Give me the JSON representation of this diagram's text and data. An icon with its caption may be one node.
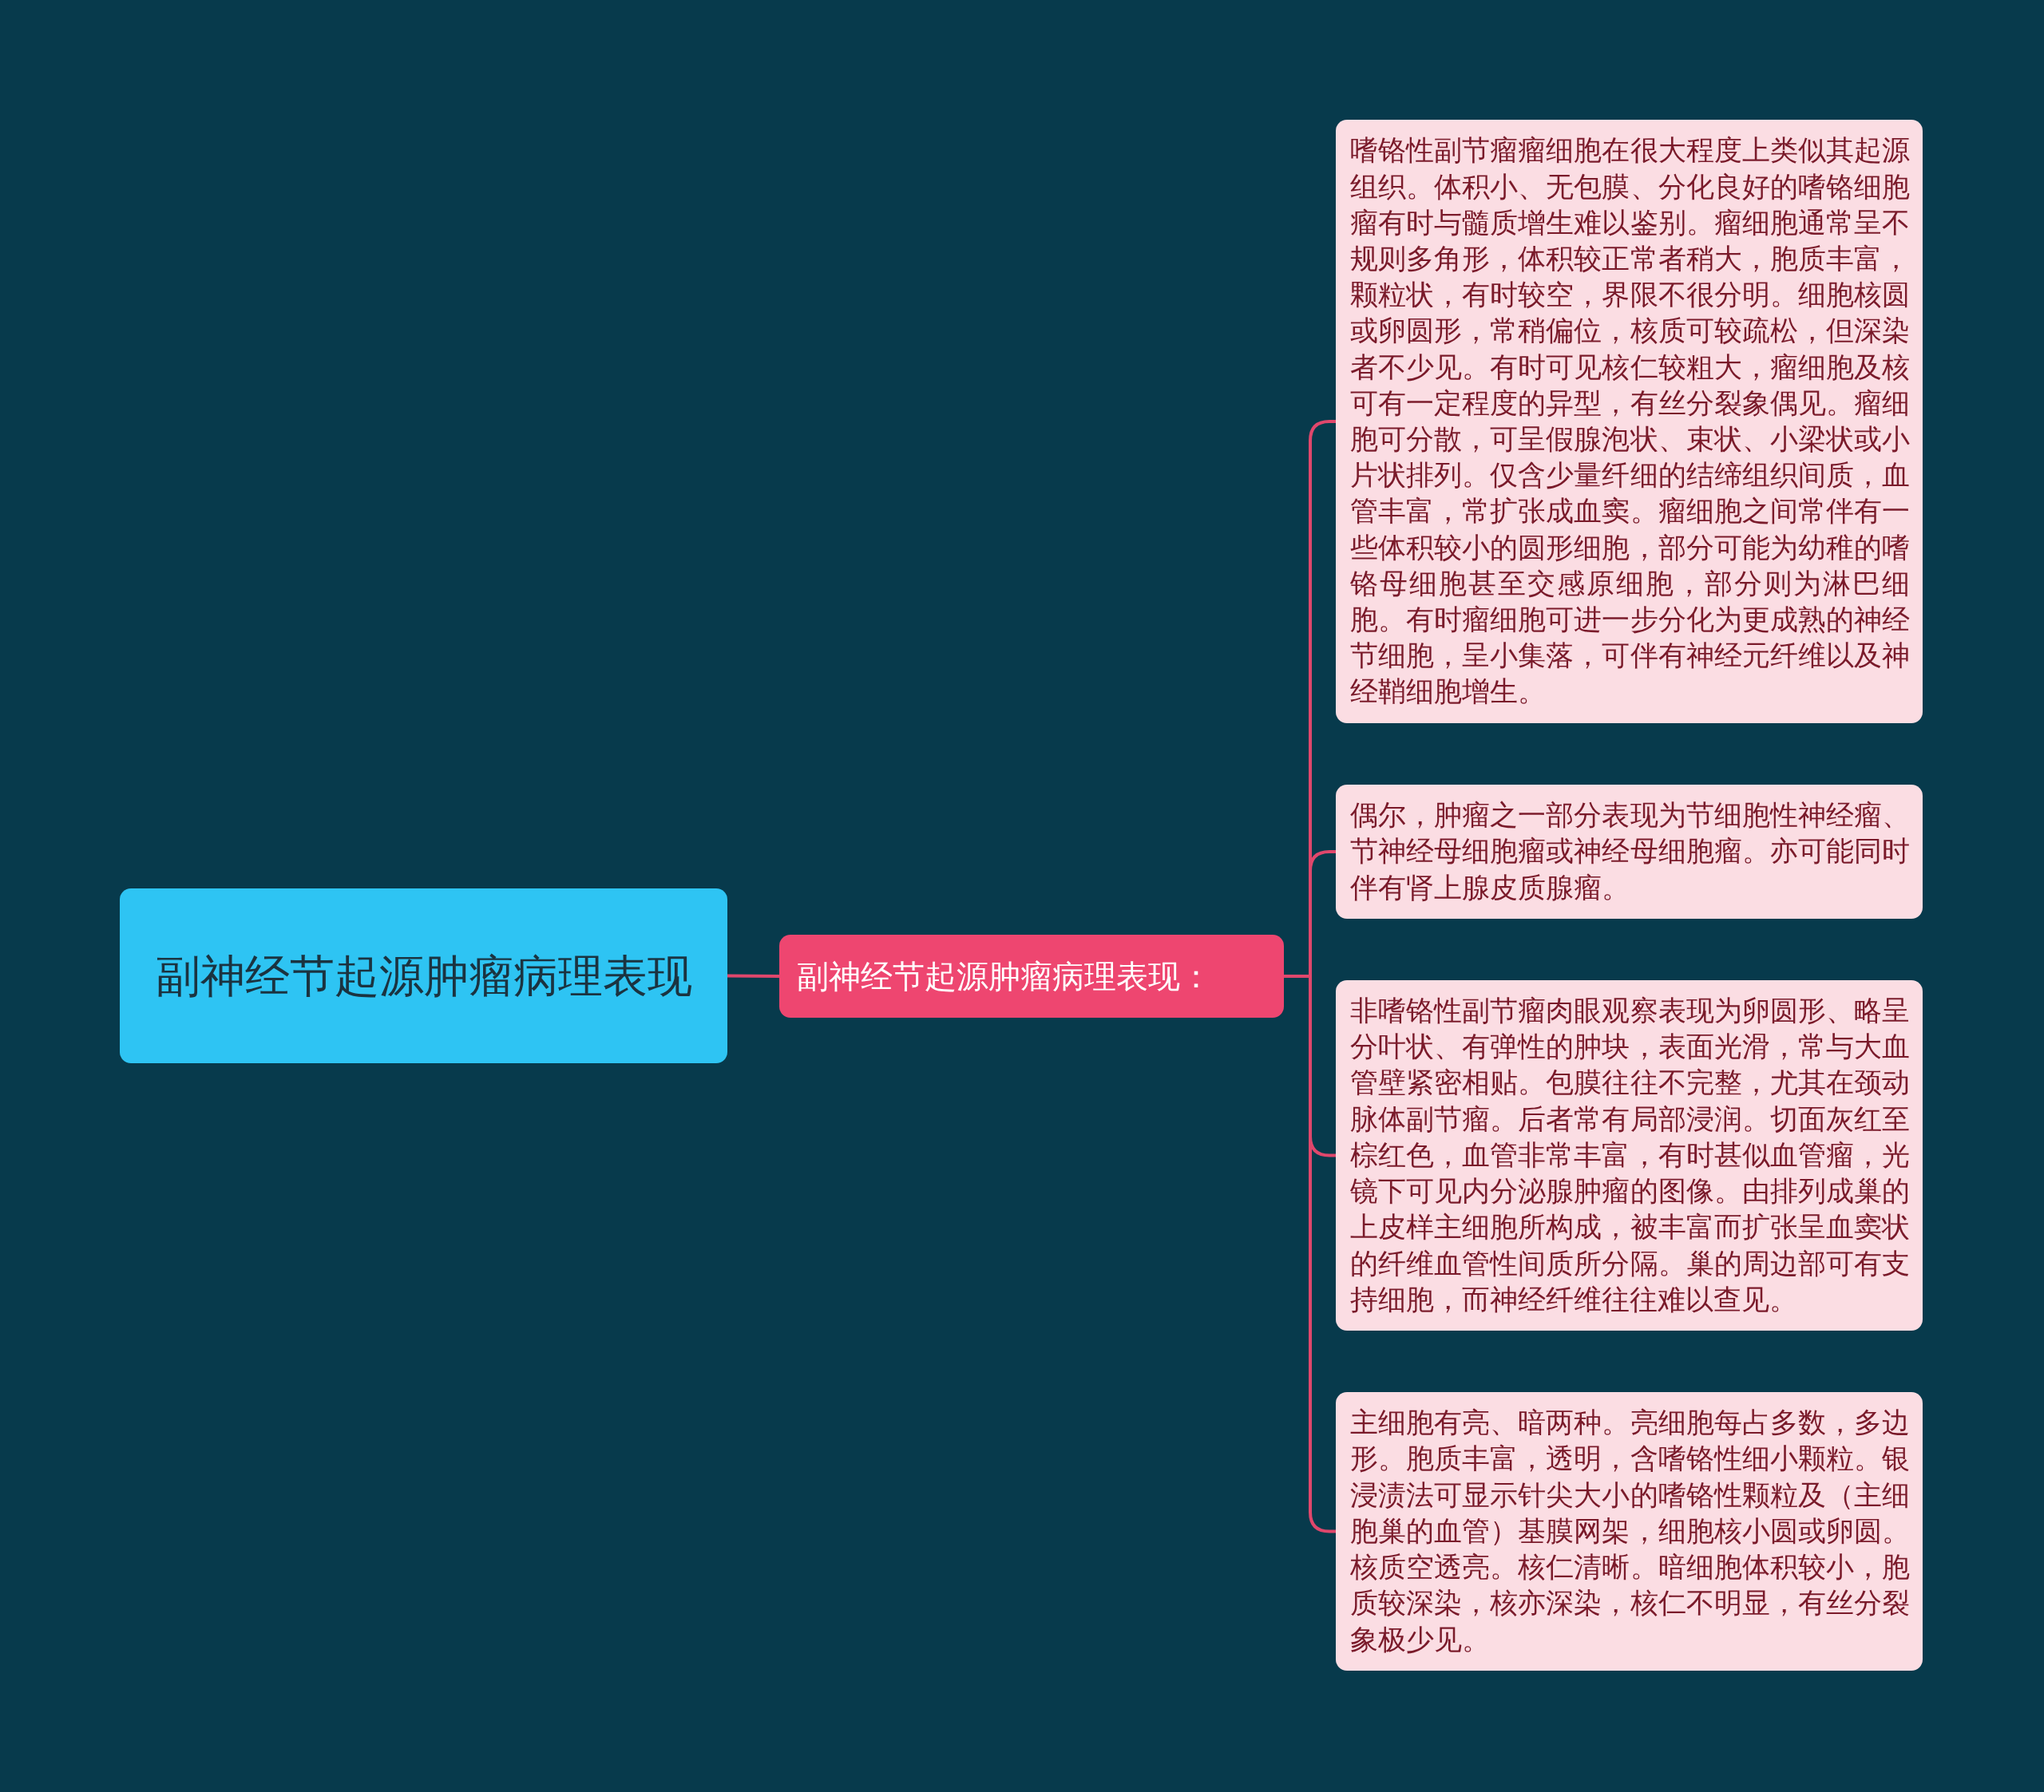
{
  "diagram": {
    "nodes": [
      {
        "text": [
          "副神经节起源肿瘤病理表现"
        ]
      },
      {
        "text": [
          "副神经节起源肿瘤病理表现："
        ]
      },
      {
        "text": [
          "嗜铬性副节瘤瘤细胞在很大程度上类似其起源组织。体积小、无包膜、分化良好的嗜铬细胞瘤有时与髓质增生难以鉴别。瘤细胞通常呈不规则多角形，体积较正常者稍大，胞质丰富，颗粒状，有时较空，界限不很分明。细胞核圆或卵圆形，常稍偏位，核质可较疏松，但深染者不少见。有时可见核仁较粗大，瘤细胞及核可有一定程度的异型，有丝分裂象偶见。瘤细胞可分散，可呈假腺泡状、束状、小梁状或小片状排列。仅含少量纤细的结缔组织间质，血管丰富，常扩张成血窦。瘤细胞之间常伴有一些体积较小的圆形细胞，部分可能为幼稚的嗜铬母细胞甚至交感原细胞，部分则为淋巴细胞。有时瘤细胞可进一步分化为更成熟的神经节细胞，呈小集落，可伴有神经元纤维以及神经鞘细胞增生。"
        ]
      },
      {
        "text": [
          "偶尔，肿瘤之一部分表现为节细胞性神经瘤、节神经母细胞瘤或神经母细胞瘤。亦可能同时伴有肾上腺皮质腺瘤。"
        ]
      },
      {
        "text": [
          "非嗜铬性副节瘤肉眼观察表现为卵圆形、略呈分叶状、有弹性的肿块，表面光滑，常与大血管壁紧密相贴。包膜往往不完整，尤其在颈动脉体副节瘤。后者常有局部浸润。切面灰红至棕红色，血管非常丰富，有时甚似血管瘤，光镜下可见内分泌腺肿瘤的图像。由排列成巢的上皮样主细胞所构成，被丰富而扩张呈血窦状的纤维血管性间质所分隔。巢的周边部可有支持细胞，而神经纤维往往难以查见。"
        ]
      },
      {
        "text": [
          "主细胞有亮、暗两种。亮细胞每占多数，多边形。胞质丰富，透明，含嗜铬性细小颗粒。银浸渍法可显示针尖大小的嗜铬性颗粒及（主细胞巢的血管）基膜网架，细胞核小圆或卵圆。核质空透亮。核仁清晰。暗细胞体积较小，胞质较深染，核亦深染，核仁不明显，有丝分裂象极少见。"
        ]
      }
    ],
    "edges": [
      {
        "from": 0,
        "to": 1,
        "arrow": "none"
      },
      {
        "from": 1,
        "to": 2,
        "arrow": "none"
      },
      {
        "from": 1,
        "to": 3,
        "arrow": "none"
      },
      {
        "from": 1,
        "to": 4,
        "arrow": "none"
      },
      {
        "from": 1,
        "to": 5,
        "arrow": "none"
      }
    ]
  }
}
